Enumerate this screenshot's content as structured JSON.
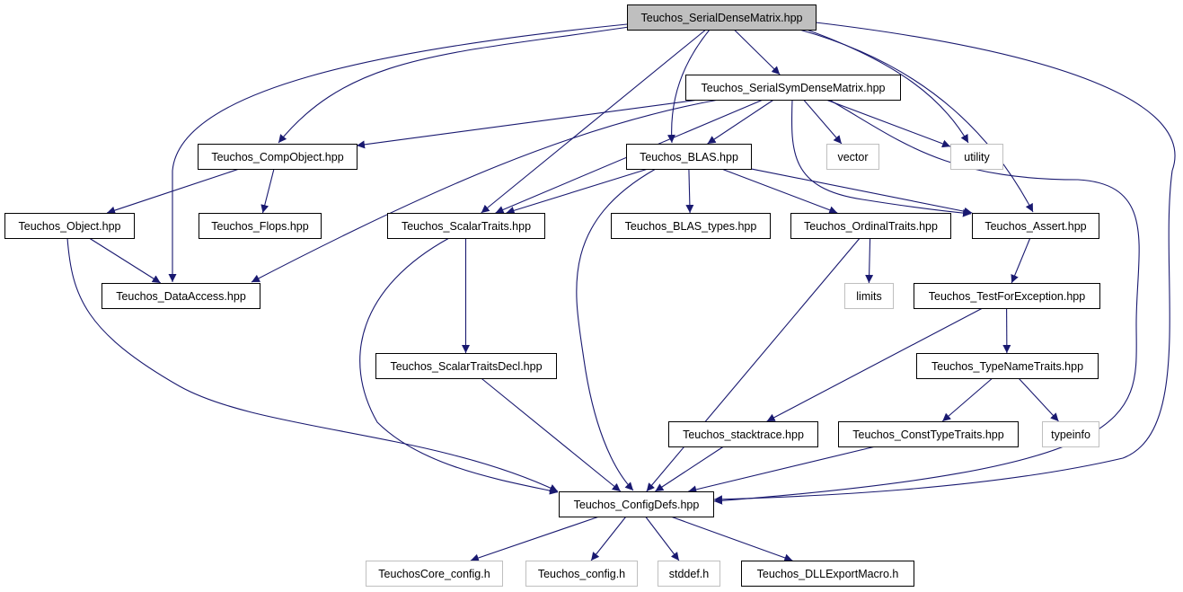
{
  "colors": {
    "edge": "#191970",
    "root_fill": "#bfbfbf",
    "node_fill": "#ffffff",
    "node_border": "#000000",
    "external_border": "#bfbfbf"
  },
  "nodes": [
    {
      "id": "serialdense",
      "label": "Teuchos_SerialDenseMatrix.hpp",
      "kind": "root"
    },
    {
      "id": "serialsym",
      "label": "Teuchos_SerialSymDenseMatrix.hpp",
      "kind": "file"
    },
    {
      "id": "compobject",
      "label": "Teuchos_CompObject.hpp",
      "kind": "file"
    },
    {
      "id": "blas",
      "label": "Teuchos_BLAS.hpp",
      "kind": "file"
    },
    {
      "id": "vector",
      "label": "vector",
      "kind": "external"
    },
    {
      "id": "utility",
      "label": "utility",
      "kind": "external"
    },
    {
      "id": "object",
      "label": "Teuchos_Object.hpp",
      "kind": "file"
    },
    {
      "id": "flops",
      "label": "Teuchos_Flops.hpp",
      "kind": "file"
    },
    {
      "id": "scalartraits",
      "label": "Teuchos_ScalarTraits.hpp",
      "kind": "file"
    },
    {
      "id": "blastypes",
      "label": "Teuchos_BLAS_types.hpp",
      "kind": "file"
    },
    {
      "id": "ordinaltraits",
      "label": "Teuchos_OrdinalTraits.hpp",
      "kind": "file"
    },
    {
      "id": "assert",
      "label": "Teuchos_Assert.hpp",
      "kind": "file"
    },
    {
      "id": "dataaccess",
      "label": "Teuchos_DataAccess.hpp",
      "kind": "file"
    },
    {
      "id": "limits",
      "label": "limits",
      "kind": "external"
    },
    {
      "id": "testforexception",
      "label": "Teuchos_TestForException.hpp",
      "kind": "file"
    },
    {
      "id": "scalartraitsdecl",
      "label": "Teuchos_ScalarTraitsDecl.hpp",
      "kind": "file"
    },
    {
      "id": "typenametraits",
      "label": "Teuchos_TypeNameTraits.hpp",
      "kind": "file"
    },
    {
      "id": "stacktrace",
      "label": "Teuchos_stacktrace.hpp",
      "kind": "file"
    },
    {
      "id": "consttypetraits",
      "label": "Teuchos_ConstTypeTraits.hpp",
      "kind": "file"
    },
    {
      "id": "typeinfo",
      "label": "typeinfo",
      "kind": "external"
    },
    {
      "id": "configdefs",
      "label": "Teuchos_ConfigDefs.hpp",
      "kind": "file"
    },
    {
      "id": "coreconfig",
      "label": "TeuchosCore_config.h",
      "kind": "external"
    },
    {
      "id": "config",
      "label": "Teuchos_config.h",
      "kind": "external"
    },
    {
      "id": "stddef",
      "label": "stddef.h",
      "kind": "external"
    },
    {
      "id": "dllexport",
      "label": "Teuchos_DLLExportMacro.h",
      "kind": "file"
    }
  ],
  "edges": [
    [
      "serialdense",
      "serialsym"
    ],
    [
      "serialdense",
      "compobject"
    ],
    [
      "serialdense",
      "dataaccess"
    ],
    [
      "serialdense",
      "scalartraits"
    ],
    [
      "serialdense",
      "blas"
    ],
    [
      "serialdense",
      "utility"
    ],
    [
      "serialdense",
      "assert"
    ],
    [
      "serialdense",
      "configdefs"
    ],
    [
      "serialsym",
      "compobject"
    ],
    [
      "serialsym",
      "dataaccess"
    ],
    [
      "serialsym",
      "scalartraits"
    ],
    [
      "serialsym",
      "blas"
    ],
    [
      "serialsym",
      "vector"
    ],
    [
      "serialsym",
      "utility"
    ],
    [
      "serialsym",
      "assert"
    ],
    [
      "serialsym",
      "configdefs"
    ],
    [
      "compobject",
      "object"
    ],
    [
      "compobject",
      "flops"
    ],
    [
      "object",
      "dataaccess"
    ],
    [
      "object",
      "configdefs"
    ],
    [
      "blas",
      "scalartraits"
    ],
    [
      "blas",
      "blastypes"
    ],
    [
      "blas",
      "ordinaltraits"
    ],
    [
      "blas",
      "assert"
    ],
    [
      "blas",
      "configdefs"
    ],
    [
      "scalartraits",
      "scalartraitsdecl"
    ],
    [
      "scalartraits",
      "configdefs"
    ],
    [
      "ordinaltraits",
      "limits"
    ],
    [
      "ordinaltraits",
      "configdefs"
    ],
    [
      "assert",
      "testforexception"
    ],
    [
      "testforexception",
      "typenametraits"
    ],
    [
      "testforexception",
      "stacktrace"
    ],
    [
      "typenametraits",
      "consttypetraits"
    ],
    [
      "typenametraits",
      "typeinfo"
    ],
    [
      "scalartraitsdecl",
      "configdefs"
    ],
    [
      "stacktrace",
      "configdefs"
    ],
    [
      "consttypetraits",
      "configdefs"
    ],
    [
      "configdefs",
      "coreconfig"
    ],
    [
      "configdefs",
      "config"
    ],
    [
      "configdefs",
      "stddef"
    ],
    [
      "configdefs",
      "dllexport"
    ]
  ]
}
